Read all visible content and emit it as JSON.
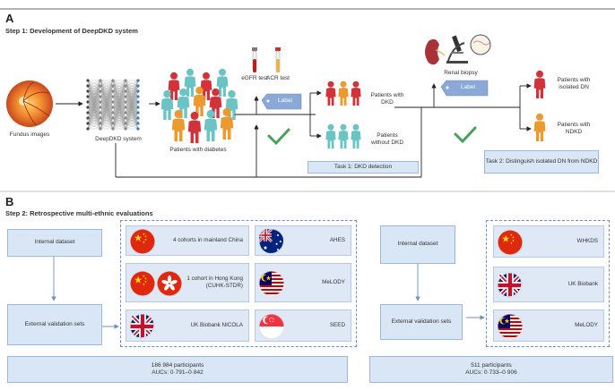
{
  "section_a": {
    "letter": "A",
    "step_title": "Step 1: Development of DeepDKD system",
    "fundus_label": "Fundus images",
    "system_label": "DeepDKD system",
    "patients_label": "Patients with diabetes",
    "egfr_label": "eGFR test",
    "acr_label": "ACR test",
    "label_tag_1": "Label",
    "with_dkd": "Patients with DKD",
    "without_dkd": "Patients without DKD",
    "task1": "Task 1: DKD detection",
    "biopsy_label": "Renal biopsy",
    "label_tag_2": "Label",
    "isolated_dn": "Patients with isolated DN",
    "ndkd": "Patients with NDKD",
    "task2": "Task 2: Distinguish isolated DN from NDKD"
  },
  "section_b": {
    "letter": "B",
    "step_title": "Step 2: Retrospective multi-ethnic evaluations",
    "left": {
      "internal": "Internal dataset",
      "external": "External validation sets",
      "cohorts": [
        {
          "text": "4 cohorts in mainland China",
          "flags": [
            "china-flag-icon"
          ]
        },
        {
          "text": "AHES",
          "flags": [
            "australia-flag-icon"
          ]
        },
        {
          "text": "1 cohort in Hong Kong (CUHK-STDR)",
          "flags": [
            "china-flag-icon",
            "hong-kong-flag-icon"
          ]
        },
        {
          "text": "MeLODY",
          "flags": [
            "malaysia-flag-icon"
          ]
        },
        {
          "text": "UK Biobank NICOLA",
          "flags": [
            "uk-flag-icon"
          ]
        },
        {
          "text": "SEED",
          "flags": [
            "singapore-flag-icon"
          ]
        }
      ],
      "participants": "186 984 participants",
      "aucs": "AUCs: 0·791–0·842"
    },
    "right": {
      "internal": "Internal dataset",
      "external": "External validation sets",
      "cohorts": [
        {
          "text": "WHKDS",
          "flags": [
            "china-flag-icon"
          ]
        },
        {
          "text": "UK Biobank",
          "flags": [
            "uk-flag-icon"
          ]
        },
        {
          "text": "MeLODY",
          "flags": [
            "malaysia-flag-icon"
          ]
        }
      ],
      "participants": "511 participants",
      "aucs": "AUCs: 0·733–0·906"
    }
  },
  "colors": {
    "box_fill": "#d9e6f5",
    "dashed_border": "#6f8fbf",
    "person_red": "#d0343a",
    "person_orange": "#ec9a2f",
    "person_teal": "#6cc3c4",
    "check_green": "#4aa05a"
  }
}
